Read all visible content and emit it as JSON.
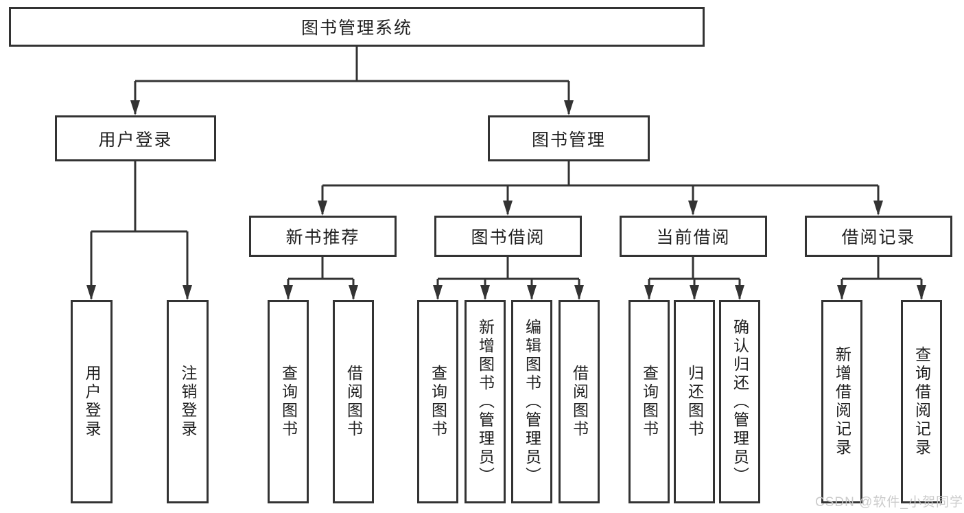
{
  "tree": {
    "label": "图书管理系统",
    "children": [
      {
        "label": "用户登录",
        "children": [
          {
            "label": "用户登录"
          },
          {
            "label": "注销登录"
          }
        ]
      },
      {
        "label": "图书管理",
        "children": [
          {
            "label": "新书推荐",
            "children": [
              {
                "label": "查询图书"
              },
              {
                "label": "借阅图书"
              }
            ]
          },
          {
            "label": "图书借阅",
            "children": [
              {
                "label": "查询图书"
              },
              {
                "label": "新增图书（管理员）"
              },
              {
                "label": "编辑图书（管理员）"
              },
              {
                "label": "借阅图书"
              }
            ]
          },
          {
            "label": "当前借阅",
            "children": [
              {
                "label": "查询图书"
              },
              {
                "label": "归还图书"
              },
              {
                "label": "确认归还（管理员）"
              }
            ]
          },
          {
            "label": "借阅记录",
            "children": [
              {
                "label": "新增借阅记录"
              },
              {
                "label": "查询借阅记录"
              }
            ]
          }
        ]
      }
    ]
  },
  "watermark": {
    "text": "CSDN @软件_小贺同学"
  },
  "colors": {
    "line": "#333333",
    "box_border": "#333333",
    "box_fill": "#ffffff",
    "text": "#1f1f1f",
    "watermark": "#c8c8c8",
    "background": "#ffffff"
  }
}
